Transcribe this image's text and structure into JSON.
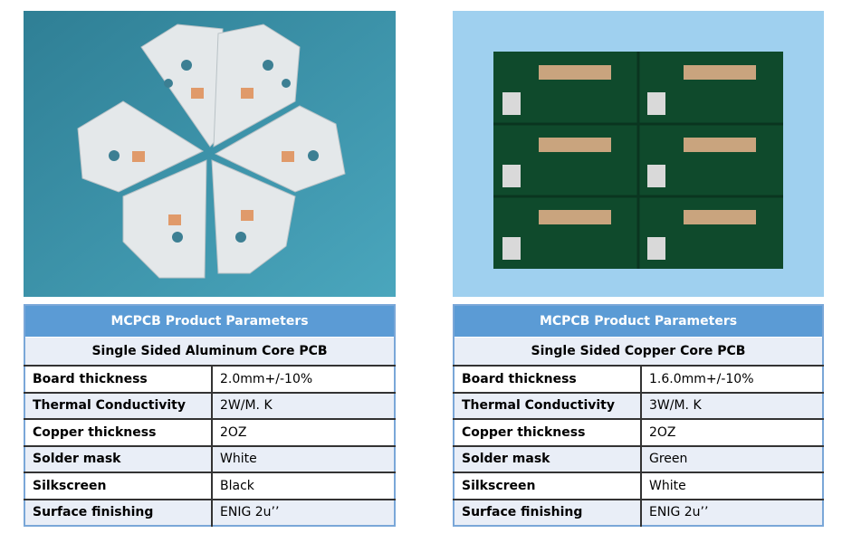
{
  "panels": [
    {
      "header": "MCPCB Product Parameters",
      "subtitle": "Single Sided Aluminum Core PCB",
      "rows": [
        [
          "Board thickness",
          "2.0mm+/-10%"
        ],
        [
          "Thermal Conductivity",
          "2W/M. K"
        ],
        [
          "Copper thickness",
          "2OZ"
        ],
        [
          "Solder mask",
          "White"
        ],
        [
          "Silkscreen",
          "Black"
        ],
        [
          "Surface finishing",
          "ENIG 2u’’"
        ]
      ]
    },
    {
      "header": "MCPCB Product Parameters",
      "subtitle": "Single Sided Copper Core PCB",
      "rows": [
        [
          "Board thickness",
          "1.6.0mm+/-10%"
        ],
        [
          "Thermal Conductivity",
          "3W/M. K"
        ],
        [
          "Copper thickness",
          "2OZ"
        ],
        [
          "Solder mask",
          "Green"
        ],
        [
          "Silkscreen",
          "White"
        ],
        [
          "Surface finishing",
          "ENIG 2u’’"
        ]
      ]
    }
  ]
}
